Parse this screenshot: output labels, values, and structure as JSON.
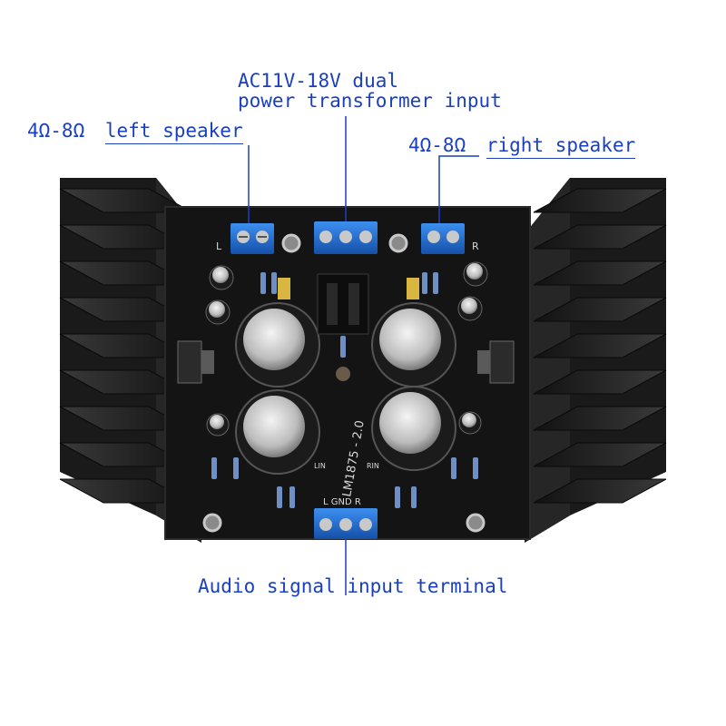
{
  "labels": {
    "left_speaker_ohm": "4Ω-8Ω",
    "left_speaker": "left speaker",
    "transformer_line1": "AC11V-18V dual",
    "transformer_line2": "power transformer input",
    "right_speaker_ohm": "4Ω-8Ω",
    "right_speaker": "right speaker",
    "audio_input": "Audio signal input terminal"
  },
  "board": {
    "channel_left": "L",
    "channel_right": "R",
    "model": "LM1875 - 2.0",
    "input_left": "LIN",
    "input_right": "RIN",
    "input_terminal": "L GND R"
  },
  "colors": {
    "annotation": "#1a3fbf",
    "terminal": "#1f6fd1",
    "pcb": "#141414",
    "heatsink": "#1e1e1e"
  }
}
